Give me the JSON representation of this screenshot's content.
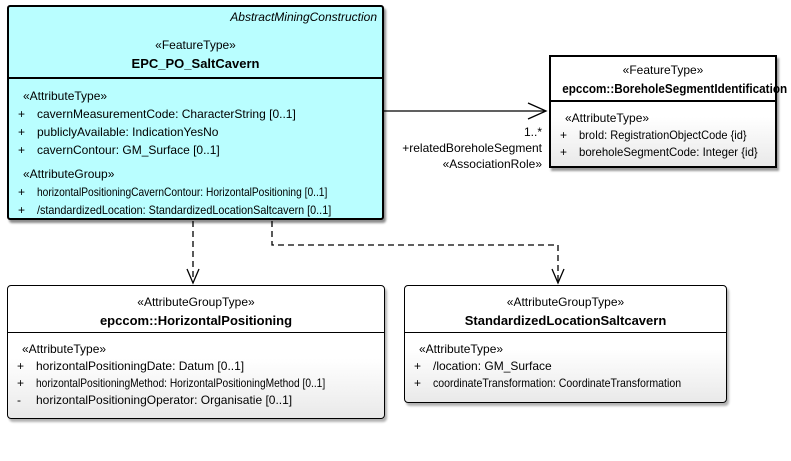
{
  "colors": {
    "main_class_fill": "#b9feff",
    "plain_box_fill": "#ffffff",
    "plain_box_fill_shade": "#e9e9e9",
    "border": "#000000",
    "connector": "#000000"
  },
  "boxes": [
    {
      "parent": "AbstractMiningConstruction",
      "stereotype": "«FeatureType»",
      "name": "EPC_PO_SaltCavern",
      "rows": [
        {
          "text": "«AttributeType»"
        },
        {
          "vis": "+",
          "text": "cavernMeasurementCode: CharacterString [0..1]"
        },
        {
          "vis": "+",
          "text": "publiclyAvailable: IndicationYesNo"
        },
        {
          "vis": "+",
          "text": "cavernContour: GM_Surface [0..1]"
        },
        {
          "text": "«AttributeGroup»"
        },
        {
          "vis": "+",
          "text": "horizontalPositioningCavernContour: HorizontalPositioning [0..1]"
        },
        {
          "vis": "+",
          "text": "/standardizedLocation: StandardizedLocationSaltcavern [0..1]"
        }
      ]
    },
    {
      "stereotype": "«FeatureType»",
      "name": "epccom::BoreholeSegmentIdentification",
      "rows": [
        {
          "text": "«AttributeType»"
        },
        {
          "vis": "+",
          "text": "broId: RegistrationObjectCode {id}"
        },
        {
          "vis": "+",
          "text": "boreholeSegmentCode: Integer {id}"
        }
      ]
    },
    {
      "stereotype": "«AttributeGroupType»",
      "name": "epccom::HorizontalPositioning",
      "rows": [
        {
          "text": "«AttributeType»"
        },
        {
          "vis": "+",
          "text": "horizontalPositioningDate: Datum [0..1]"
        },
        {
          "vis": "+",
          "text": "horizontalPositioningMethod: HorizontalPositioningMethod [0..1]"
        },
        {
          "vis": "-",
          "text": "horizontalPositioningOperator: Organisatie [0..1]"
        }
      ]
    },
    {
      "stereotype": "«AttributeGroupType»",
      "name": "StandardizedLocationSaltcavern",
      "rows": [
        {
          "text": "«AttributeType»"
        },
        {
          "vis": "+",
          "text": "/location: GM_Surface"
        },
        {
          "vis": "+",
          "text": "coordinateTransformation: CoordinateTransformation"
        }
      ]
    }
  ],
  "association": {
    "multiplicity": "1..*",
    "role_name": "+relatedBoreholeSegment",
    "stereotype": "«AssociationRole»"
  }
}
